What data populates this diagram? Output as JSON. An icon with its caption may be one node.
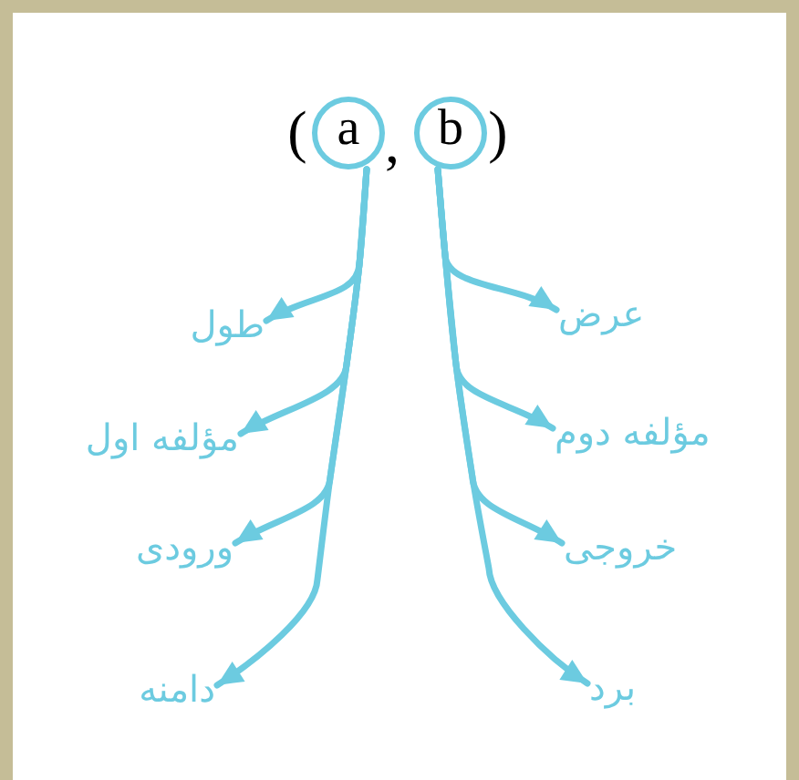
{
  "diagram": {
    "nodes": [
      {
        "text": [
          "a"
        ]
      },
      {
        "text": [
          "b"
        ]
      },
      {
        "text": [
          "طول"
        ]
      },
      {
        "text": [
          "مؤلفه اول"
        ]
      },
      {
        "text": [
          "ورودی"
        ]
      },
      {
        "text": [
          "دامنه"
        ]
      },
      {
        "text": [
          "عرض"
        ]
      },
      {
        "text": [
          "مؤلفه دوم"
        ]
      },
      {
        "text": [
          "خروجی"
        ]
      },
      {
        "text": [
          "برد"
        ]
      }
    ],
    "edges": [
      {
        "from": 0,
        "to": 2,
        "arrow": "to"
      },
      {
        "from": 0,
        "to": 3,
        "arrow": "to"
      },
      {
        "from": 0,
        "to": 4,
        "arrow": "to"
      },
      {
        "from": 0,
        "to": 5,
        "arrow": "to"
      },
      {
        "from": 1,
        "to": 6,
        "arrow": "to"
      },
      {
        "from": 1,
        "to": 7,
        "arrow": "to"
      },
      {
        "from": 1,
        "to": 8,
        "arrow": "to"
      },
      {
        "from": 1,
        "to": 9,
        "arrow": "to"
      }
    ],
    "labels": [
      "(",
      ",",
      ")"
    ]
  }
}
